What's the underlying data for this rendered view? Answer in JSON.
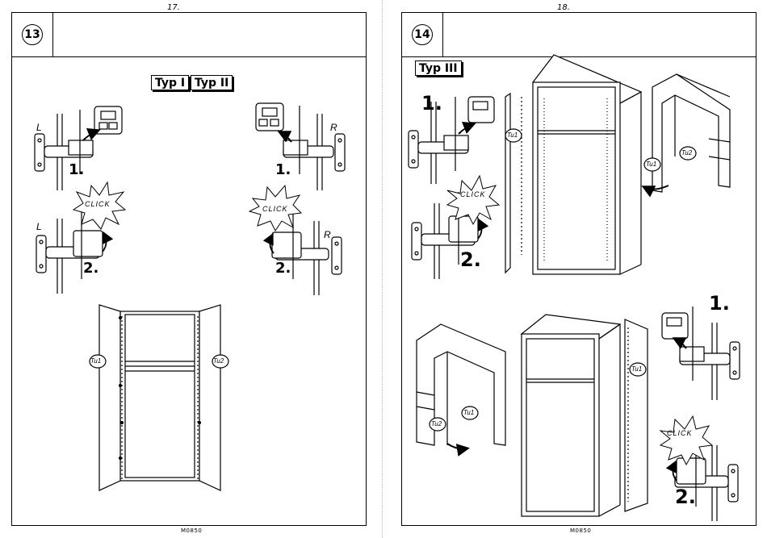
{
  "left_page": {
    "page_number": "17.",
    "step": "13",
    "type_labels": [
      "Typ I",
      "Typ II"
    ],
    "side_left": "L",
    "side_right": "R",
    "step_1": "1.",
    "step_2": "2.",
    "click": "CLICK",
    "door_1": "Tu1",
    "door_2": "Tu2",
    "footer": "M0850"
  },
  "right_page": {
    "page_number": "18.",
    "step": "14",
    "type_label": "Typ III",
    "step_1": "1.",
    "step_2": "2.",
    "click": "CLICK",
    "door_1": "Tu1",
    "door_2": "Tu2",
    "footer": "M0850"
  }
}
